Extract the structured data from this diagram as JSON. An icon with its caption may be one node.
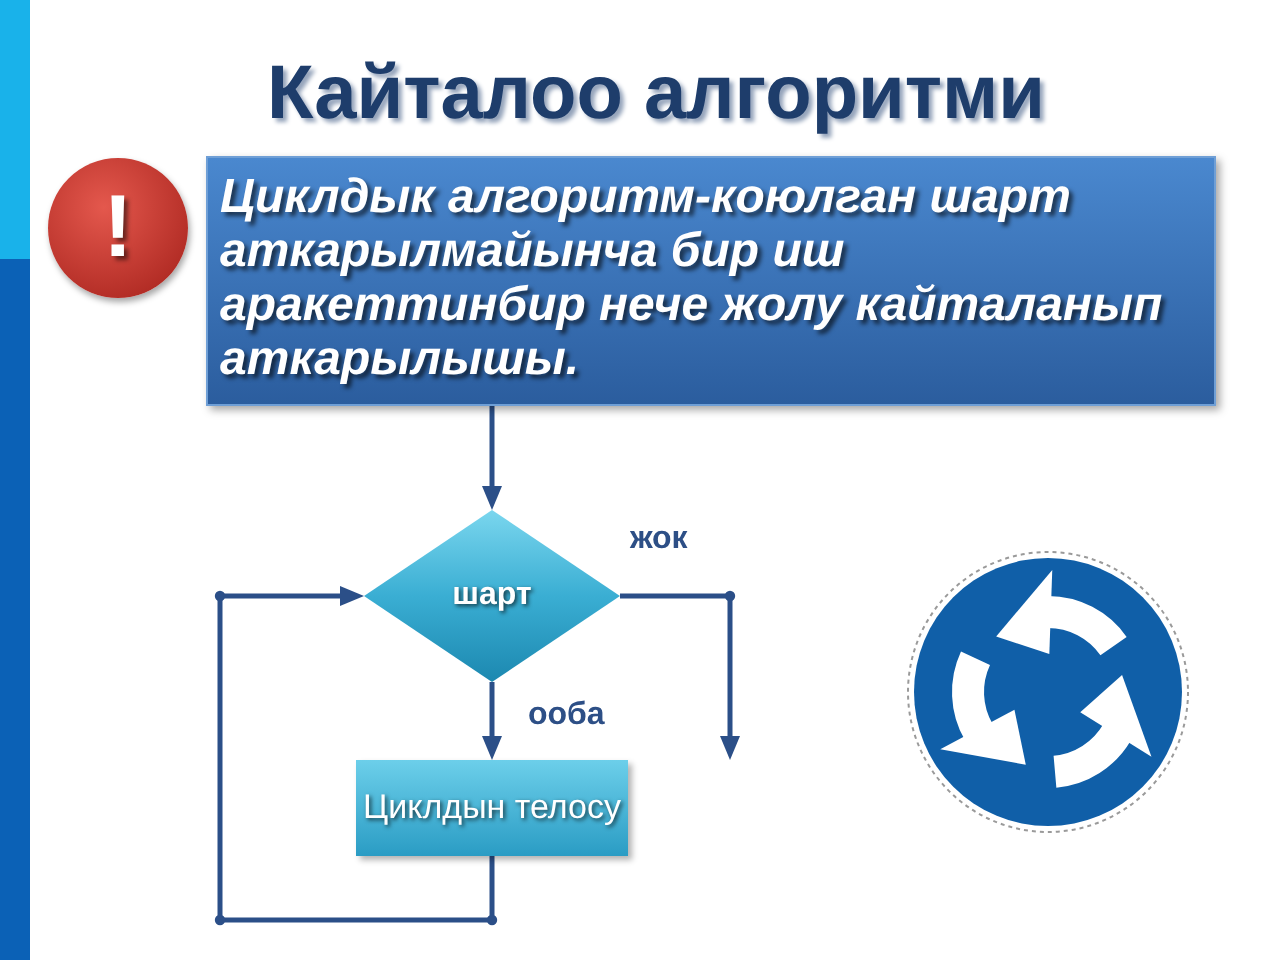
{
  "diagram": {
    "title": "Кайталоо алгоритми",
    "nodes": [
      {
        "text": [
          "!"
        ]
      },
      {
        "text": [
          "Циклдык алгоритм-коюлган шарт аткарылмайынча бир иш аракеттинбир нече жолу кайталанып аткарылышы."
        ]
      },
      {
        "text": [
          "шарт"
        ]
      },
      {
        "text": [
          "Циклдын телосу"
        ]
      },
      {
        "text": [],
        "shape": "picture"
      }
    ],
    "edges": [
      {
        "from": 1,
        "to": 2,
        "arrow": "to"
      },
      {
        "from": 2,
        "to": 3,
        "arrow": "to",
        "label": "ооба"
      },
      {
        "from": 2,
        "to": null,
        "arrow": "to",
        "label": "жок"
      },
      {
        "from": 3,
        "to": 2,
        "arrow": "to"
      }
    ]
  }
}
